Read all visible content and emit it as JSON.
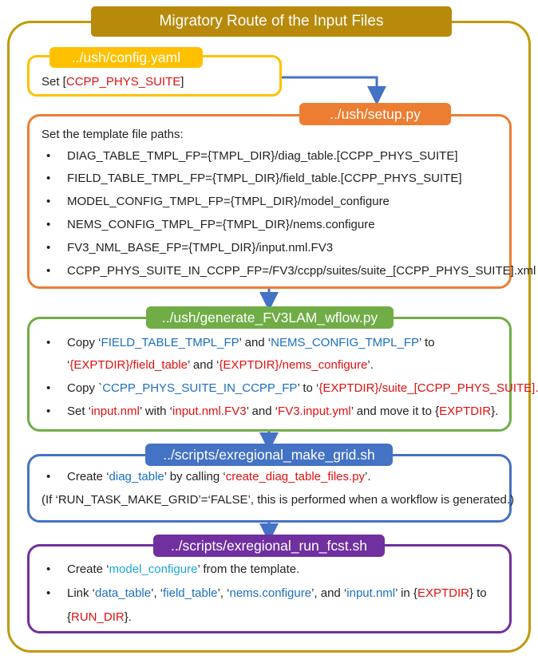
{
  "title": "Migratory Route of the Input Files",
  "config_box": {
    "header": "../ush/config.yaml",
    "line": {
      "prefix": "Set [",
      "var": "CCPP_PHYS_SUITE",
      "suffix": "]"
    }
  },
  "setup_box": {
    "header": "../ush/setup.py",
    "intro": "Set the template file paths:",
    "items": [
      "DIAG_TABLE_TMPL_FP={TMPL_DIR}/diag_table.[CCPP_PHYS_SUITE]",
      "FIELD_TABLE_TMPL_FP={TMPL_DIR}/field_table.[CCPP_PHYS_SUITE]",
      "MODEL_CONFIG_TMPL_FP={TMPL_DIR}/model_configure",
      "NEMS_CONFIG_TMPL_FP={TMPL_DIR}/nems.configure",
      "FV3_NML_BASE_FP={TMPL_DIR}/input.nml.FV3",
      "CCPP_PHYS_SUITE_IN_CCPP_FP=/FV3/ccpp/suites/suite_[CCPP_PHYS_SUITE].xml"
    ]
  },
  "wflow_box": {
    "header": "../ush/generate_FV3LAM_wflow.py",
    "l1": {
      "a": "Copy ‘",
      "b": "FIELD_TABLE_TMPL_FP",
      "c": "’ and ‘",
      "d": "NEMS_CONFIG_TMPL_FP",
      "e": "’ to"
    },
    "l2": {
      "a": "‘",
      "b": "{EXPTDIR}/field_table",
      "c": "’ and ‘",
      "d": "{EXPTDIR}/nems_configure",
      "e": "’."
    },
    "l3": {
      "a": "Copy `",
      "b": "CCPP_PHYS_SUITE_IN_CCPP_FP",
      "c": "’ to ‘",
      "d": "{EXPTDIR}/suite_[CCPP_PHYS_SUITE].xml",
      "e": "’"
    },
    "l4": {
      "a": "Set ‘",
      "b": "input.nml",
      "c": "’ with ‘",
      "d": "input.nml.FV3",
      "e": "’ and ‘",
      "f": "FV3.input.yml",
      "g": "’ and move it to {",
      "h": "EXPTDIR",
      "i": "}."
    }
  },
  "grid_box": {
    "header": "../scripts/exregional_make_grid.sh",
    "l1": {
      "a": "Create ‘",
      "b": "diag_table",
      "c": "’ by calling ‘",
      "d": "create_diag_table_files.py",
      "e": "’."
    },
    "l2": "(If ‘RUN_TASK_MAKE_GRID’=‘FALSE’, this is performed when a workflow is generated.)"
  },
  "fcst_box": {
    "header": "../scripts/exregional_run_fcst.sh",
    "l1": {
      "a": "Create ‘",
      "b": "model_configure",
      "c": "’ from the template."
    },
    "l2": {
      "a": "Link ‘",
      "b": "data_table",
      "c": "’, ‘",
      "d": "field_table",
      "e": "’, ‘",
      "f": "nems.configure",
      "g": "’, and ‘",
      "h": "input.nml",
      "i": "’ in {",
      "j": "EXPTDIR",
      "k": "} to"
    },
    "l3": {
      "a": "{",
      "b": "RUN_DIR",
      "c": "}."
    }
  },
  "colors": {
    "gold": "#b88a0c",
    "yellow": "#ffc000",
    "orange": "#ed7d31",
    "green": "#70ad47",
    "blue": "#4472c4",
    "purple": "#7030a0",
    "arrow": "#4472c4"
  }
}
